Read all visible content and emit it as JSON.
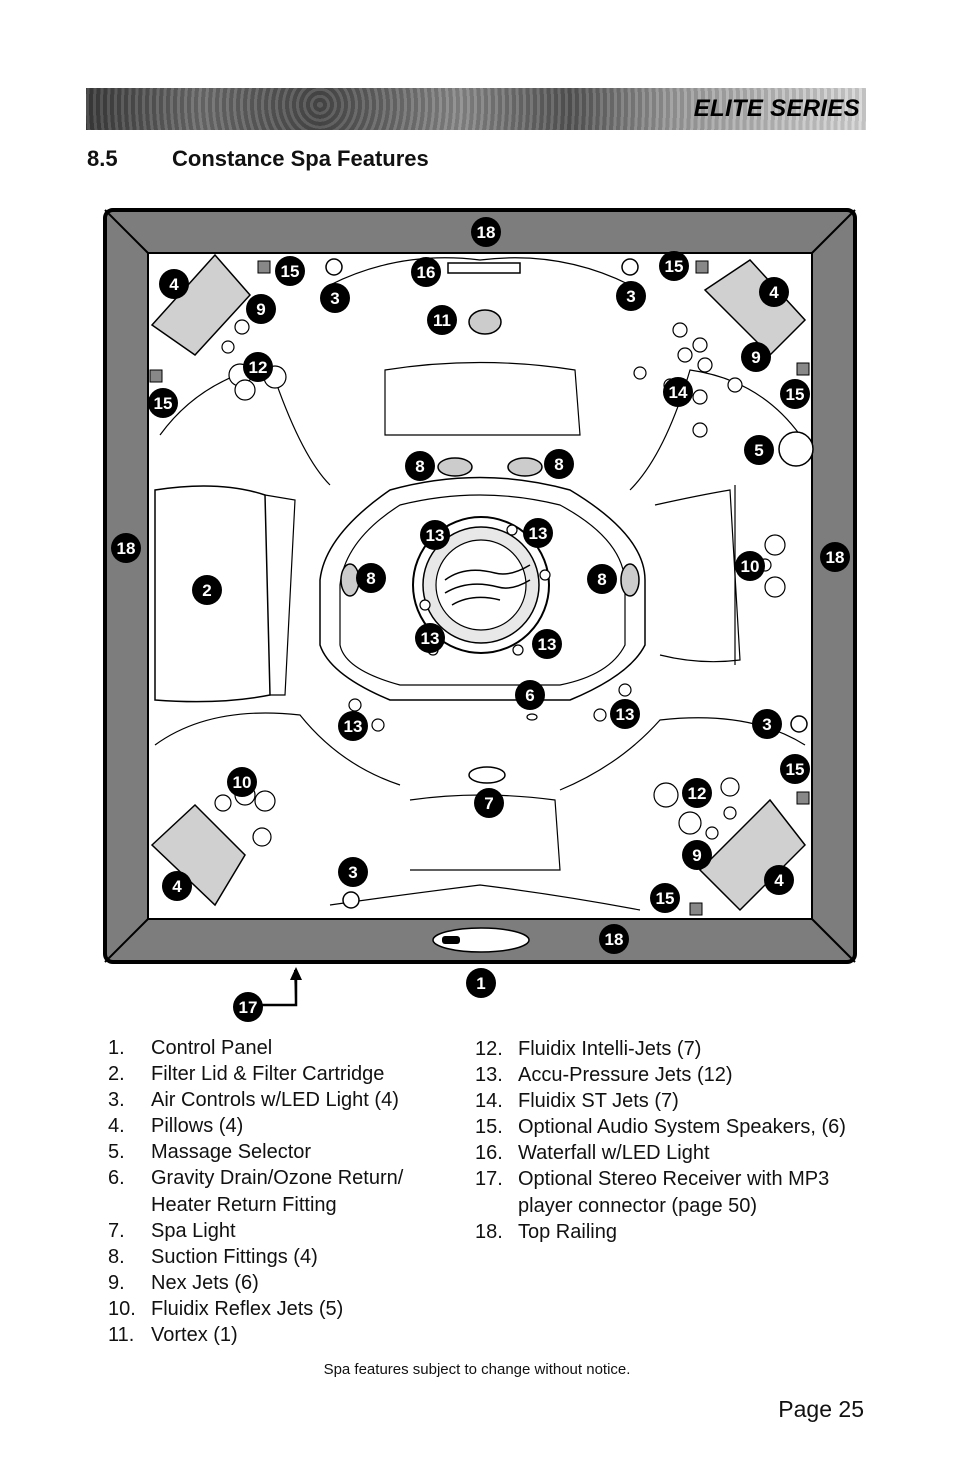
{
  "header": {
    "series_title": "ELITE SERIES"
  },
  "section": {
    "number": "8.5",
    "title": "Constance Spa Features"
  },
  "diagram": {
    "callouts": [
      "1",
      "2",
      "3",
      "4",
      "5",
      "6",
      "7",
      "8",
      "9",
      "10",
      "11",
      "12",
      "13",
      "14",
      "15",
      "16",
      "17",
      "18"
    ]
  },
  "legend_left": [
    {
      "num": "1.",
      "text": "Control Panel"
    },
    {
      "num": "2.",
      "text": "Filter Lid & Filter Cartridge"
    },
    {
      "num": "3.",
      "text": "Air Controls w/LED Light (4)"
    },
    {
      "num": "4.",
      "text": "Pillows (4)"
    },
    {
      "num": "5.",
      "text": "Massage Selector"
    },
    {
      "num": "6.",
      "text": "Gravity Drain/Ozone Return/ Heater Return Fitting"
    },
    {
      "num": "7.",
      "text": "Spa Light"
    },
    {
      "num": "8.",
      "text": "Suction Fittings (4)"
    },
    {
      "num": "9.",
      "text": "Nex Jets (6)"
    },
    {
      "num": "10.",
      "text": "Fluidix Reflex Jets (5)"
    },
    {
      "num": "11.",
      "text": "Vortex (1)"
    }
  ],
  "legend_right": [
    {
      "num": "12.",
      "text": "Fluidix Intelli-Jets (7)"
    },
    {
      "num": "13.",
      "text": "Accu-Pressure Jets (12)"
    },
    {
      "num": "14.",
      "text": "Fluidix ST Jets (7)"
    },
    {
      "num": "15.",
      "text": "Optional Audio System Speakers, (6)"
    },
    {
      "num": "16.",
      "text": "Waterfall w/LED Light"
    },
    {
      "num": "17.",
      "text": "Optional Stereo Receiver with MP3 player connector (page 50)"
    },
    {
      "num": "18.",
      "text": "Top Railing"
    }
  ],
  "footer": {
    "note": "Spa features subject to change without notice.",
    "page": "Page 25"
  }
}
